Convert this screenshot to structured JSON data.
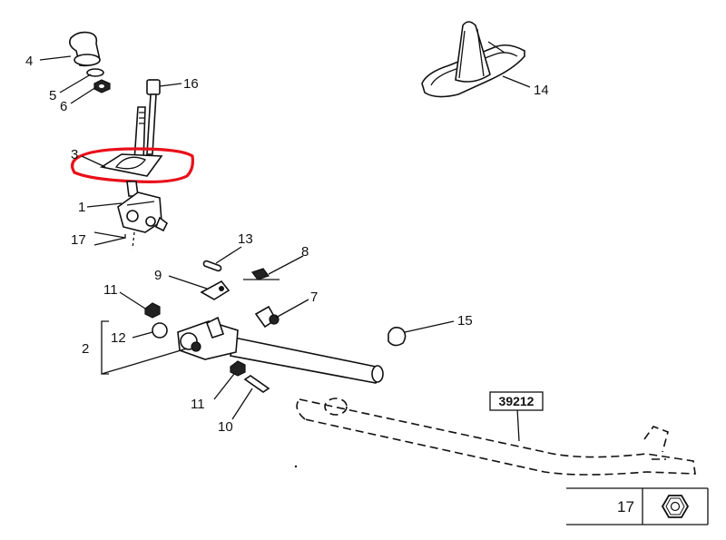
{
  "parts": {
    "p1": "1",
    "p2": "2",
    "p3": "3",
    "p4": "4",
    "p5": "5",
    "p6": "6",
    "p7": "7",
    "p8": "8",
    "p9": "9",
    "p10": "10",
    "p11a": "11",
    "p11b": "11",
    "p12": "12",
    "p13": "13",
    "p14": "14",
    "p15": "15",
    "p16": "16",
    "p17": "17"
  },
  "reference": "39212",
  "legend": {
    "number": "17",
    "icon": "hex-nut-icon"
  },
  "highlight": {
    "color": "#e8101a",
    "target_part": "3"
  }
}
